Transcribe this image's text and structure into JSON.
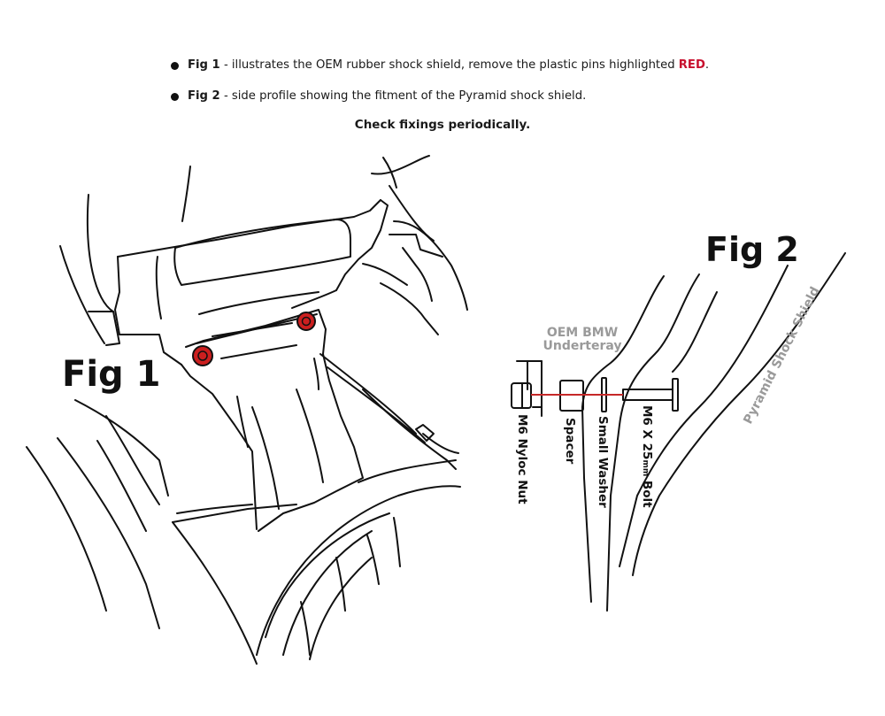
{
  "notes": [
    {
      "label": "Fig 1",
      "text_before": " - illustrates the OEM rubber shock shield, remove the plastic pins highlighted ",
      "highlight": "RED",
      "text_after": "."
    },
    {
      "label": "Fig 2",
      "text_before": " - side profile showing the fitment of the Pyramid shock shield.",
      "highlight": "",
      "text_after": ""
    }
  ],
  "footer_note": "Check fixings periodically.",
  "fig1": {
    "title": "Fig 1",
    "pin_color": "#cc1f1f"
  },
  "fig2": {
    "title": "Fig 2",
    "oem_label_line1": "OEM BMW",
    "oem_label_line2": "Underteray",
    "shield_label": "Pyramid Shock Shield",
    "axis_color": "#c62828",
    "parts": [
      "M6 Nyloc Nut",
      "Spacer",
      "Small Washer"
    ],
    "bolt_prefix": "M6 X 25",
    "bolt_unit": "mm",
    "bolt_suffix": " Bolt"
  }
}
